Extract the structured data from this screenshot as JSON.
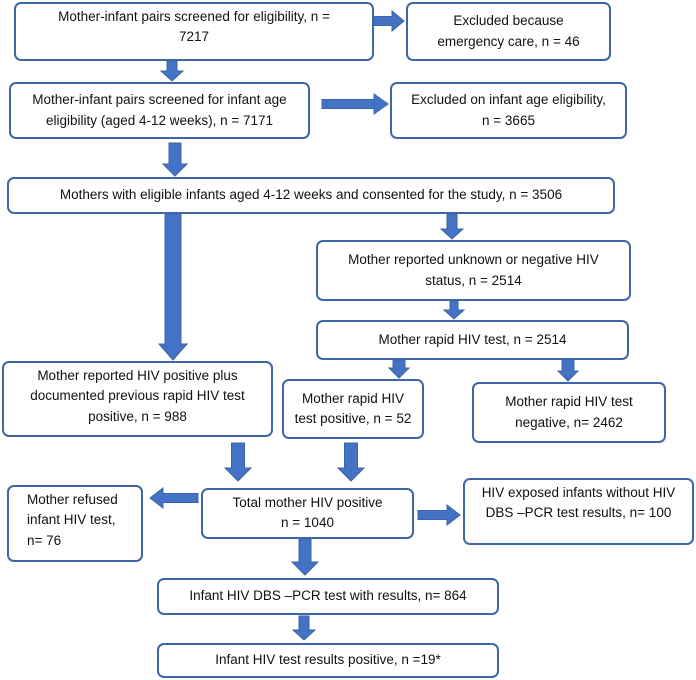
{
  "boxes": {
    "screened_eligibility": "Mother-infant pairs screened for eligibility,            n =\n7217",
    "excluded_emergency": "Excluded because\nemergency care, n = 46",
    "screened_age": "Mother-infant pairs screened for infant age\neligibility (aged 4-12 weeks), n = 7171",
    "excluded_age": "Excluded on infant age eligibility,\nn = 3665",
    "eligible_consented": "Mothers with eligible infants aged 4-12 weeks and consented for the study, n = 3506",
    "unknown_negative": "Mother reported unknown or negative HIV\nstatus, n = 2514",
    "rapid_test": "Mother rapid HIV test, n = 2514",
    "reported_positive": "Mother reported HIV positive plus\ndocumented previous rapid HIV test\npositive, n = 988",
    "rapid_positive": "Mother rapid HIV\ntest positive, n = 52",
    "rapid_negative": "Mother rapid HIV test\nnegative, n= 2462",
    "refused_infant_test": "Mother refused\ninfant HIV test,\nn= 76",
    "total_positive": "Total mother HIV positive\nn = 1040",
    "exposed_no_results": "HIV exposed infants without HIV\nDBS –PCR test results, n= 100",
    "dbs_pcr_results": "Infant HIV DBS –PCR test with results, n= 864",
    "infant_positive": "Infant HIV test results positive, n =19*"
  },
  "colors": {
    "border": "#3e67a6",
    "arrow": "#4472c4"
  }
}
